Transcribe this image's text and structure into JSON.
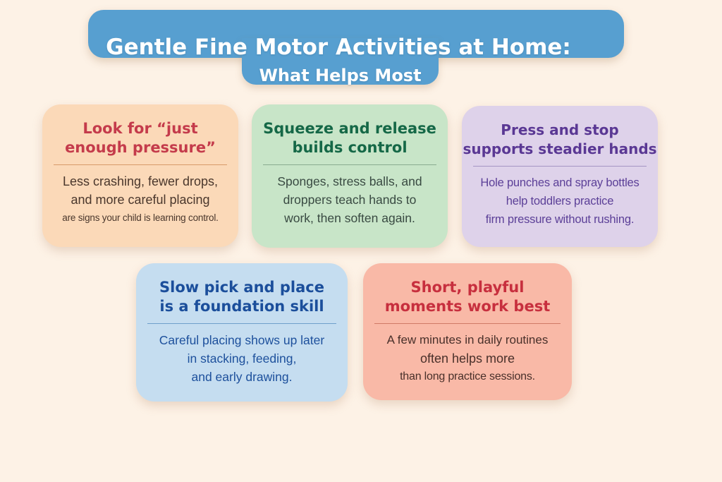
{
  "title": {
    "line1": "Gentle Fine Motor Activities at Home:",
    "line2": "What Helps Most"
  },
  "colors": {
    "page_bg": "#fdf2e6",
    "banner_bg": "#579fd0",
    "title_text": "#ffffff"
  },
  "cards": [
    {
      "heading_line1": "Look for “just",
      "heading_line2": "enough pressure”",
      "body_line1": "Less crashing, fewer drops,",
      "body_line2": "and more careful placing",
      "body_line3": "are signs your child is learning control.",
      "colors": {
        "bg": "#fbd9b8",
        "heading": "#c43b4b",
        "body": "#4a372c",
        "divider": "#d89a6a"
      }
    },
    {
      "heading_line1": "Squeeze and release",
      "heading_line2": "builds control",
      "body_line1": "Sponges, stress balls, and",
      "body_line2": "droppers teach hands to",
      "body_line3": "work, then soften again.",
      "colors": {
        "bg": "#c8e5c8",
        "heading": "#156847",
        "body": "#394a42",
        "divider": "#8aab90"
      }
    },
    {
      "heading_line1": "Press and stop",
      "heading_line2": "supports steadier hands",
      "body_line1": "Hole punches and spray bottles",
      "body_line2": "help toddlers practice",
      "body_line3": "firm pressure without rushing.",
      "colors": {
        "bg": "#ded2ea",
        "heading": "#5a3894",
        "body": "#5c4098",
        "divider": "#a595c4"
      }
    },
    {
      "heading_line1": "Slow pick and place",
      "heading_line2": "is a foundation skill",
      "body_line1": "Careful placing shows up later",
      "body_line2": "in stacking, feeding,",
      "body_line3": "and early drawing.",
      "colors": {
        "bg": "#c5ddf0",
        "heading": "#1b4e9b",
        "body": "#1d509c",
        "divider": "#6f9fca"
      }
    },
    {
      "heading_line1": "Short, playful",
      "heading_line2": "moments work best",
      "body_line1": "A few minutes in daily routines",
      "body_line2": "often helps more",
      "body_line3": "than long practice sessions.",
      "colors": {
        "bg": "#f9b9a7",
        "heading": "#c72f3e",
        "body": "#49302a",
        "divider": "#d07a67"
      }
    }
  ]
}
